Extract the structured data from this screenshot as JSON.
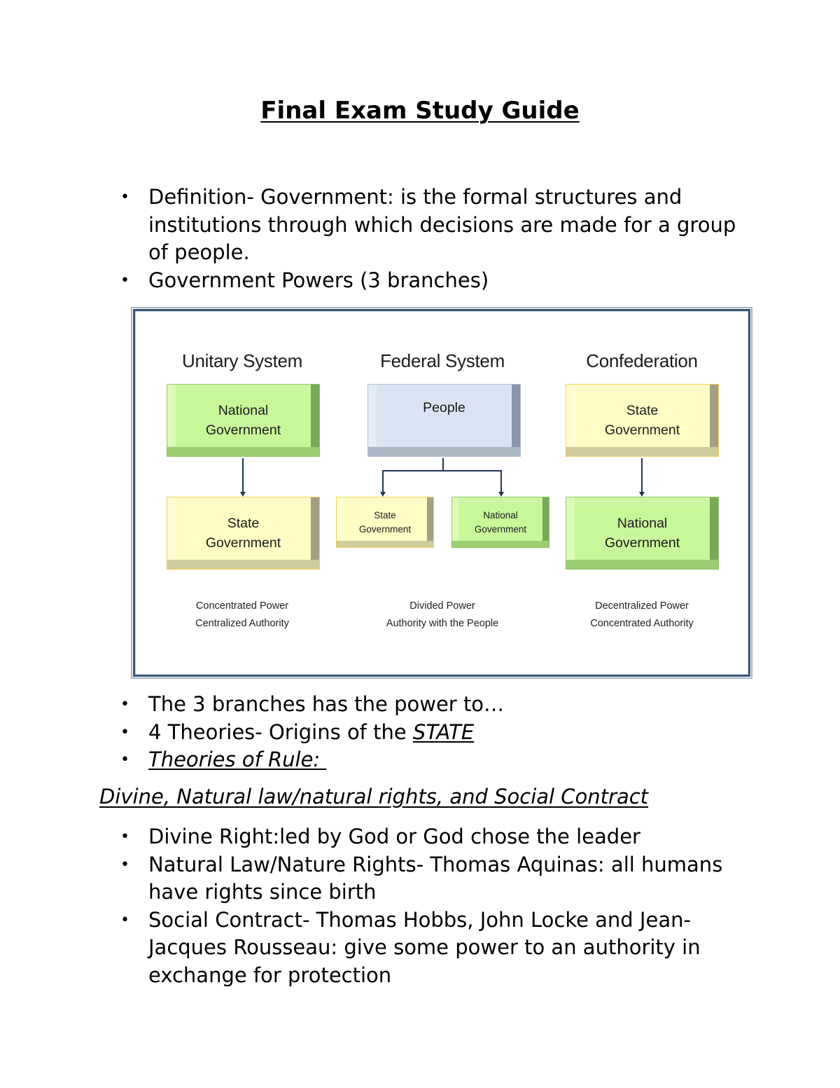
{
  "document": {
    "title": "Final Exam Study Guide",
    "bullets_top": [
      "Definition- Government: is the formal structures and institutions through which decisions are made for a group of people.",
      "Government Powers (3 branches)"
    ],
    "bullets_mid": [
      {
        "text": "The 3 branches has the power to…"
      },
      {
        "prefix": "4 Theories- Origins of the ",
        "emph": "STATE"
      },
      {
        "emph": "Theories of Rule: "
      }
    ],
    "subheading": "Divine, Natural law/natural rights, and Social Contract",
    "bullets_bottom": [
      "Divine Right:led by God or God chose the leader",
      "Natural Law/Nature Rights- Thomas Aquinas: all humans have rights since birth",
      "Social Contract- Thomas Hobbs, John Locke and Jean-Jacques Rousseau: give some power to an authority in exchange for protection"
    ]
  },
  "diagram": {
    "colors": {
      "green": "#c8f79a",
      "yellow": "#fffdc4",
      "blue": "#dae4f2",
      "arrow": "#1f3656",
      "frame": "#3d5878"
    },
    "columns": [
      {
        "title": "Unitary System",
        "top_box": "National Government",
        "bottom_box": "State Government",
        "notes": [
          "Concentrated Power",
          "Centralized Authority"
        ]
      },
      {
        "title": "Federal System",
        "top_box": "People",
        "bottom_boxes": [
          "State Government",
          "National Government"
        ],
        "notes": [
          "Divided Power",
          "Authority with the People"
        ]
      },
      {
        "title": "Confederation",
        "top_box": "State Government",
        "bottom_box": "National Government",
        "notes": [
          "Decentralized Power",
          "Concentrated Authority"
        ]
      }
    ]
  }
}
